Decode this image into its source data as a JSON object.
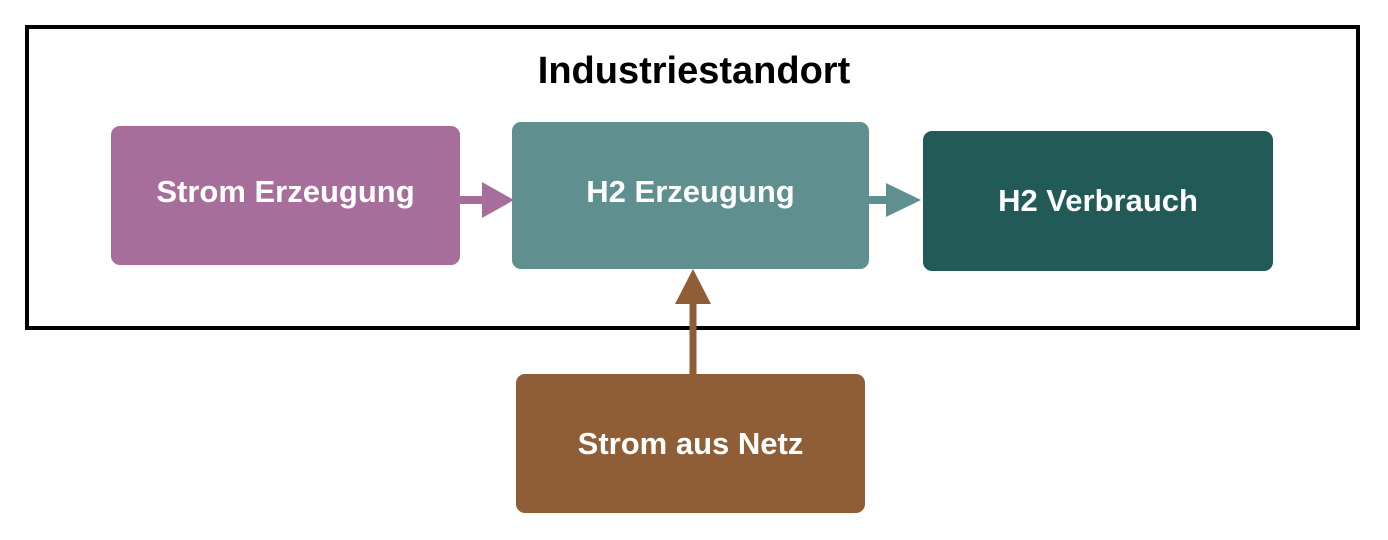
{
  "diagram": {
    "container": {
      "title": "Industriestandort"
    },
    "nodes": [
      {
        "id": "strom-erzeugung",
        "label": "Strom Erzeugung",
        "color": "#a76e9c"
      },
      {
        "id": "h2-erzeugung",
        "label": "H2 Erzeugung",
        "color": "#5f8f8e"
      },
      {
        "id": "h2-verbrauch",
        "label": "H2 Verbrauch",
        "color": "#225a57"
      },
      {
        "id": "strom-aus-netz",
        "label": "Strom aus Netz",
        "color": "#8f5e37"
      }
    ],
    "edges": [
      {
        "from": "strom-erzeugung",
        "to": "h2-erzeugung",
        "color": "#a76e9c"
      },
      {
        "from": "h2-erzeugung",
        "to": "h2-verbrauch",
        "color": "#5f8f8e"
      },
      {
        "from": "strom-aus-netz",
        "to": "h2-erzeugung",
        "color": "#8f5e37"
      }
    ]
  }
}
